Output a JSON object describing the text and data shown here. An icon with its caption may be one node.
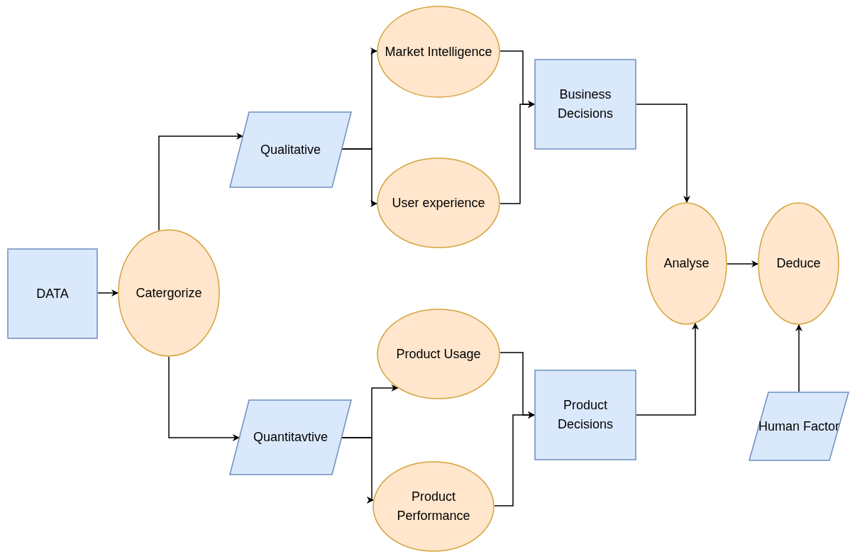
{
  "diagram": {
    "nodes": [
      {
        "text": [
          "DATA"
        ]
      },
      {
        "text": [
          "Catergorize"
        ]
      },
      {
        "text": [
          "Qualitative"
        ]
      },
      {
        "text": [
          "Quantitavtive"
        ]
      },
      {
        "text": [
          "Market Intelligence"
        ]
      },
      {
        "text": [
          "User experience"
        ]
      },
      {
        "text": [
          "Product Usage"
        ]
      },
      {
        "text": [
          "Product Performance"
        ]
      },
      {
        "text": [
          "Business Decisions"
        ]
      },
      {
        "text": [
          "Product Decisions"
        ]
      },
      {
        "text": [
          "Analyse"
        ]
      },
      {
        "text": [
          "Deduce"
        ]
      },
      {
        "text": [
          "Human Factor"
        ]
      }
    ],
    "edges": [
      {
        "from": 0,
        "to": 1,
        "arrow": "to"
      },
      {
        "from": 1,
        "to": 2,
        "arrow": "to"
      },
      {
        "from": 1,
        "to": 3,
        "arrow": "to"
      },
      {
        "from": 2,
        "to": 4,
        "arrow": "to"
      },
      {
        "from": 2,
        "to": 5,
        "arrow": "to"
      },
      {
        "from": 3,
        "to": 6,
        "arrow": "to"
      },
      {
        "from": 3,
        "to": 7,
        "arrow": "to"
      },
      {
        "from": 4,
        "to": 8,
        "arrow": "to"
      },
      {
        "from": 5,
        "to": 8,
        "arrow": "to"
      },
      {
        "from": 6,
        "to": 9,
        "arrow": "to"
      },
      {
        "from": 7,
        "to": 9,
        "arrow": "to"
      },
      {
        "from": 8,
        "to": 10,
        "arrow": "to"
      },
      {
        "from": 9,
        "to": 10,
        "arrow": "to"
      },
      {
        "from": 10,
        "to": 11,
        "arrow": "to"
      },
      {
        "from": 12,
        "to": 11,
        "arrow": "to"
      }
    ]
  }
}
